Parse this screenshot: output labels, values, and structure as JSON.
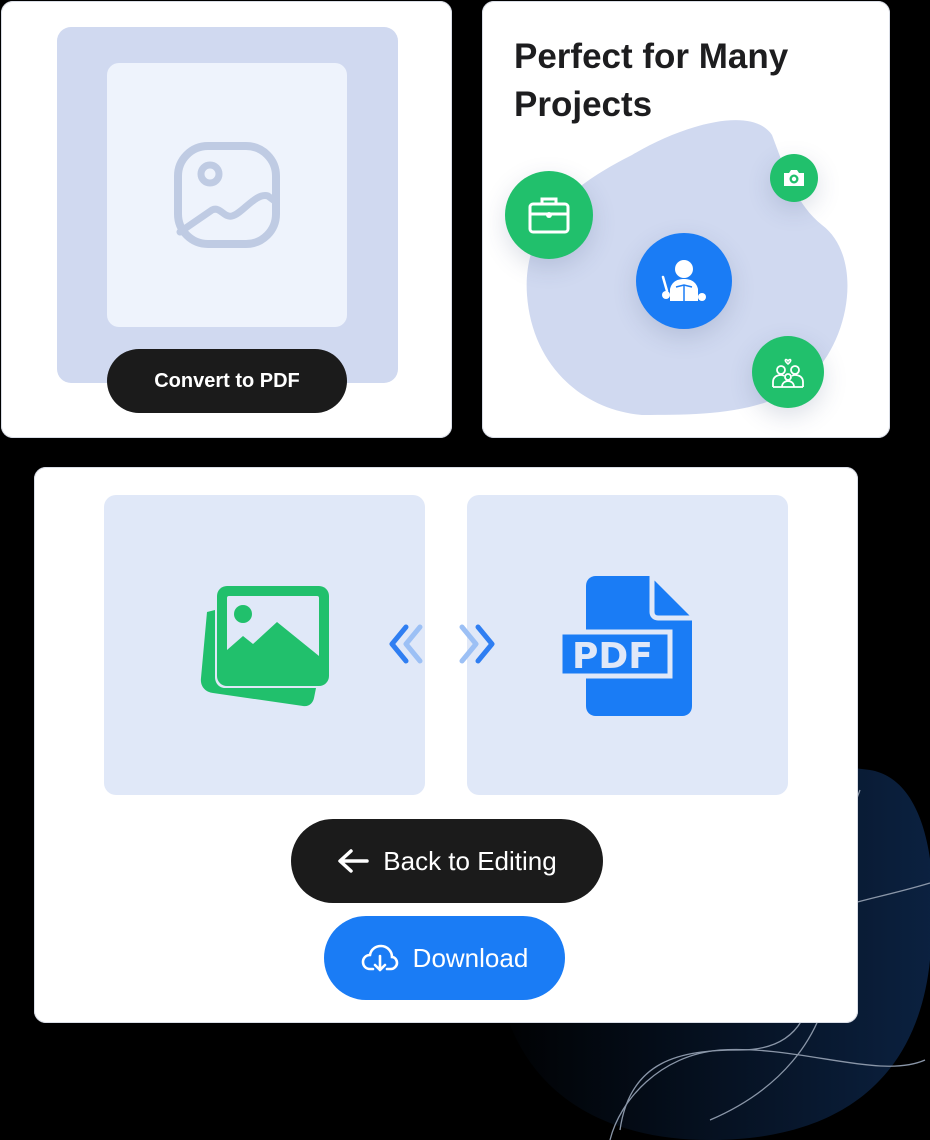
{
  "convert_card": {
    "preview_icon": "image-placeholder-icon",
    "convert_button_label": "Convert to PDF"
  },
  "projects_card": {
    "title": "Perfect for Many Projects",
    "icons": [
      "briefcase-icon",
      "camera-icon",
      "teacher-icon",
      "family-icon"
    ]
  },
  "result_card": {
    "source_icon": "image-stack-icon",
    "target_icon": "pdf-file-icon",
    "target_icon_label": "PDF",
    "swap_icon": "double-chevron-icon",
    "back_button_label": "Back to Editing",
    "download_button_label": "Download"
  },
  "colors": {
    "green": "#21c06c",
    "blue": "#1a7cf5",
    "dark": "#1b1b1b",
    "panel_bg": "#e0e8f8",
    "blob": "#d0d9f0"
  }
}
